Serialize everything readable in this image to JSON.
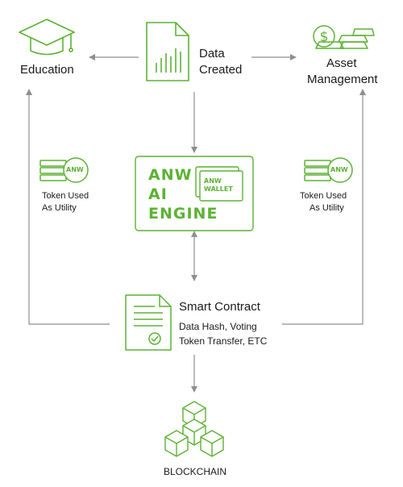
{
  "nodes": {
    "education": {
      "label": "Education"
    },
    "data_created": {
      "line1": "Data",
      "line2": "Created"
    },
    "asset_management": {
      "line1": "Asset",
      "line2": "Management"
    },
    "token_left": {
      "line1": "Token Used",
      "line2": "As Utility",
      "coin_text": "ANW"
    },
    "token_right": {
      "line1": "Token Used",
      "line2": "As Utility",
      "coin_text": "ANW"
    },
    "engine": {
      "line1": "ANW",
      "line2": "AI",
      "line3": "ENGINE",
      "wallet_line1": "ANW",
      "wallet_line2": "WALLET"
    },
    "smart_contract": {
      "title": "Smart Contract",
      "line1": "Data Hash, Voting",
      "line2": "Token Transfer, ETC"
    },
    "blockchain": {
      "label": "BLOCKCHAIN"
    }
  },
  "colors": {
    "accent": "#5cb233",
    "line": "#8f8f8f",
    "text": "#1a1a1a"
  },
  "icons": [
    "graduation-cap-icon",
    "document-chart-icon",
    "dollar-gold-bars-icon",
    "server-coin-icon",
    "wallet-icon",
    "contract-document-icon",
    "blockchain-cubes-icon"
  ]
}
